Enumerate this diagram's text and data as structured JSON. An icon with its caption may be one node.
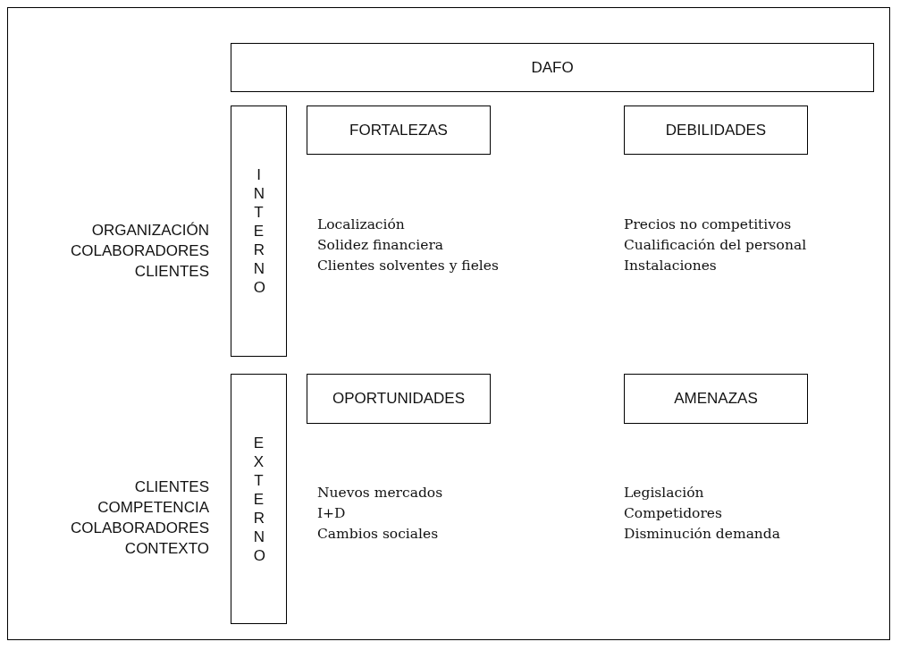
{
  "diagram": {
    "nodes": [
      {
        "text": [
          "DAFO"
        ]
      },
      {
        "text": [
          "INTERNO"
        ],
        "beside": [
          "ORGANIZACIÓN",
          "COLABORADORES",
          "CLIENTES"
        ]
      },
      {
        "text": [
          "FORTALEZAS"
        ],
        "beside": [
          "Localización",
          "Solidez financiera",
          "Clientes solventes y fieles"
        ]
      },
      {
        "text": [
          "DEBILIDADES"
        ],
        "beside": [
          "Precios no competitivos",
          "Cualificación del personal",
          "Instalaciones"
        ]
      },
      {
        "text": [
          "EXTERNO"
        ],
        "beside": [
          "CLIENTES",
          "COMPETENCIA",
          "COLABORADORES",
          "CONTEXTO"
        ]
      },
      {
        "text": [
          "OPORTUNIDADES"
        ],
        "beside": [
          "Nuevos mercados",
          "I+D",
          "Cambios sociales"
        ]
      },
      {
        "text": [
          "AMENAZAS"
        ],
        "beside": [
          "Legislación",
          "Competidores",
          "Disminución demanda"
        ]
      }
    ],
    "edges": []
  }
}
